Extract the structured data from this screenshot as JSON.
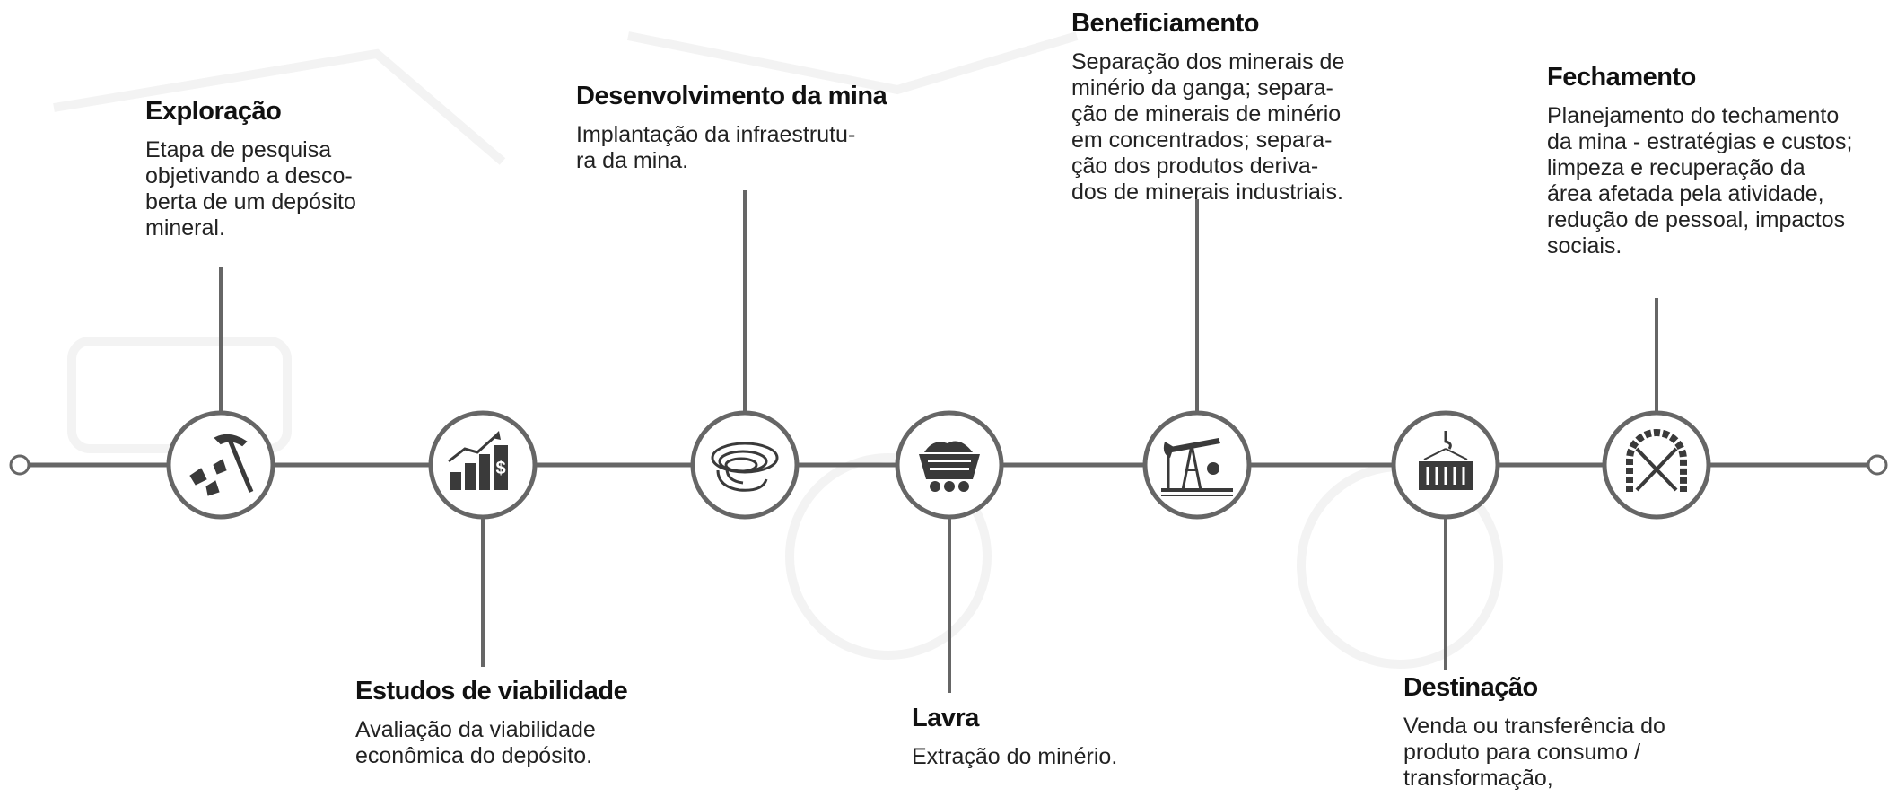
{
  "stages": [
    {
      "id": "exploracao",
      "title": "Exploração",
      "description": "Etapa de pesquisa\nobjetivando a desco-\nberta de um depósito\nmineral.",
      "icon": "pickaxe-ore-icon"
    },
    {
      "id": "estudos",
      "title": "Estudos de viabilidade",
      "description": "Avaliação da viabilidade\neconômica do depósito.",
      "icon": "growth-chart-dollar-icon"
    },
    {
      "id": "desenvolvimento",
      "title": "Desenvolvimento da mina",
      "description": "Implantação da infraestrutu-\nra da mina.",
      "icon": "open-pit-icon"
    },
    {
      "id": "lavra",
      "title": "Lavra",
      "description": "Extração do minério.",
      "icon": "mine-cart-icon"
    },
    {
      "id": "beneficiamento",
      "title": "Beneficiamento",
      "description": "Separação dos minerais de\nminério da ganga; separa-\nção de minerais de minério\nem concentrados; separa-\nção dos produtos deriva-\ndos de minerais industriais.",
      "icon": "pump-jack-icon"
    },
    {
      "id": "destinacao",
      "title": "Destinação",
      "description": "Venda ou transferência do\nproduto para consumo /\ntransformação,",
      "icon": "container-crane-icon"
    },
    {
      "id": "fechamento",
      "title": "Fechamento",
      "description": "Planejamento do techamento\nda mina - estratégias e custos;\nlimpeza e recuperação da\nárea afetada pela atividade,\nredução de pessoal, impactos\nsociais.",
      "icon": "tunnel-closed-icon"
    }
  ],
  "colors": {
    "line": "#666666",
    "circle_fill": "#ffffff",
    "icon": "#3a3a3a",
    "title": "#111111",
    "text": "#222222"
  }
}
